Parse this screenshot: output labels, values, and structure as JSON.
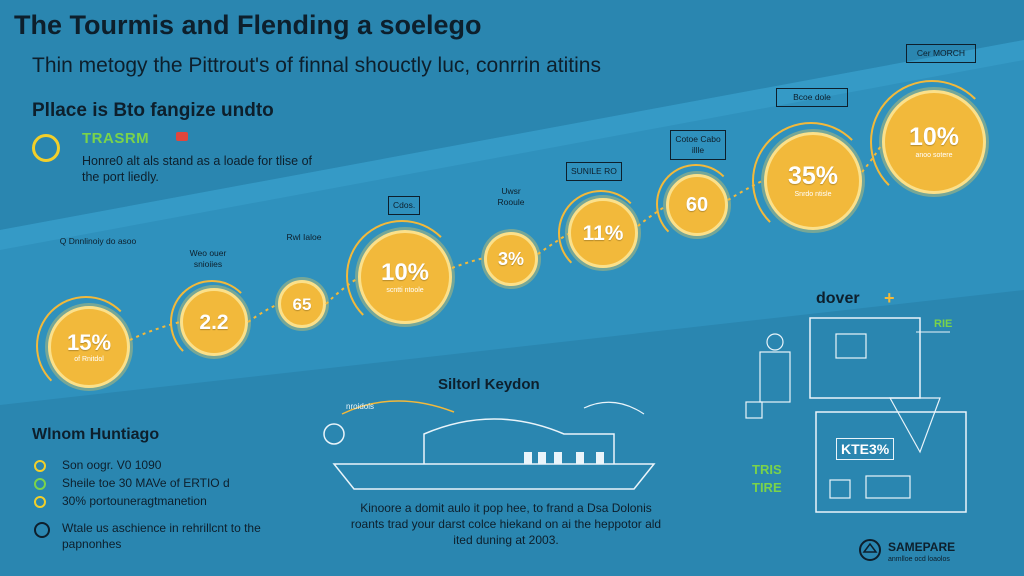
{
  "header": {
    "title": "The Tourmis and Flending a soelego",
    "subtitle": "Thin metogy the Pittrout's of finnal shouctly luc, conrrin atitins"
  },
  "intro": {
    "heading": "Pllace is Bto fangize undto",
    "badge": "TRASRM",
    "description": "Honre0 alt als stand as a loade for tlise of the port liedly."
  },
  "steps": [
    {
      "value": "15%",
      "caption": "of Rnitdol",
      "label": "Q Dnnlinoiy do asoo"
    },
    {
      "value": "2.2",
      "caption": "",
      "label": "Weo ouer snioiies"
    },
    {
      "value": "65",
      "caption": "",
      "label": "Rwl Ialoe"
    },
    {
      "value": "10%",
      "caption": "scntti ntoole",
      "label": "Cdos."
    },
    {
      "value": "3%",
      "caption": "",
      "label": "Uwsr Rooule"
    },
    {
      "value": "11%",
      "caption": "",
      "label": "SUNILE RO"
    },
    {
      "value": "60",
      "caption": "",
      "label": "Cotoe Cabo illle"
    },
    {
      "value": "35%",
      "caption": "Snrdo ntisle",
      "label": "Bcoe dole"
    },
    {
      "value": "10%",
      "caption": "anoo sotere",
      "label": "Cer MORCH"
    }
  ],
  "history": {
    "title": "Wlnom Huntiago",
    "items": [
      "Son oogr. V0 1090",
      "Sheile toe 30 MAVe of ERTIO d",
      "30% portouneragtmanetion",
      "Wtale us aschience in rehrillcnt to the papnonhes"
    ]
  },
  "map": {
    "title": "Siltorl Keydon",
    "plane_label": "nroidols",
    "note": "Kinoore a domit aulo it pop hee, to frand a Dsa Dolonis roants trad your darst colce hiekand on ai the heppotor ald ited duning at 2003."
  },
  "building": {
    "label": "dover",
    "plus": "+",
    "stat": "KTE3%",
    "badge_a": "RIE",
    "badge_b": "TRIS",
    "badge_c": "TIRE"
  },
  "footer": {
    "brand": "SAMEPARE",
    "tagline": "anmlloe ocd loaolos"
  },
  "colors": {
    "background": "#2a86b0",
    "accent": "#f2b93b",
    "green": "#7ad34a",
    "ink": "#0d1f2c"
  }
}
